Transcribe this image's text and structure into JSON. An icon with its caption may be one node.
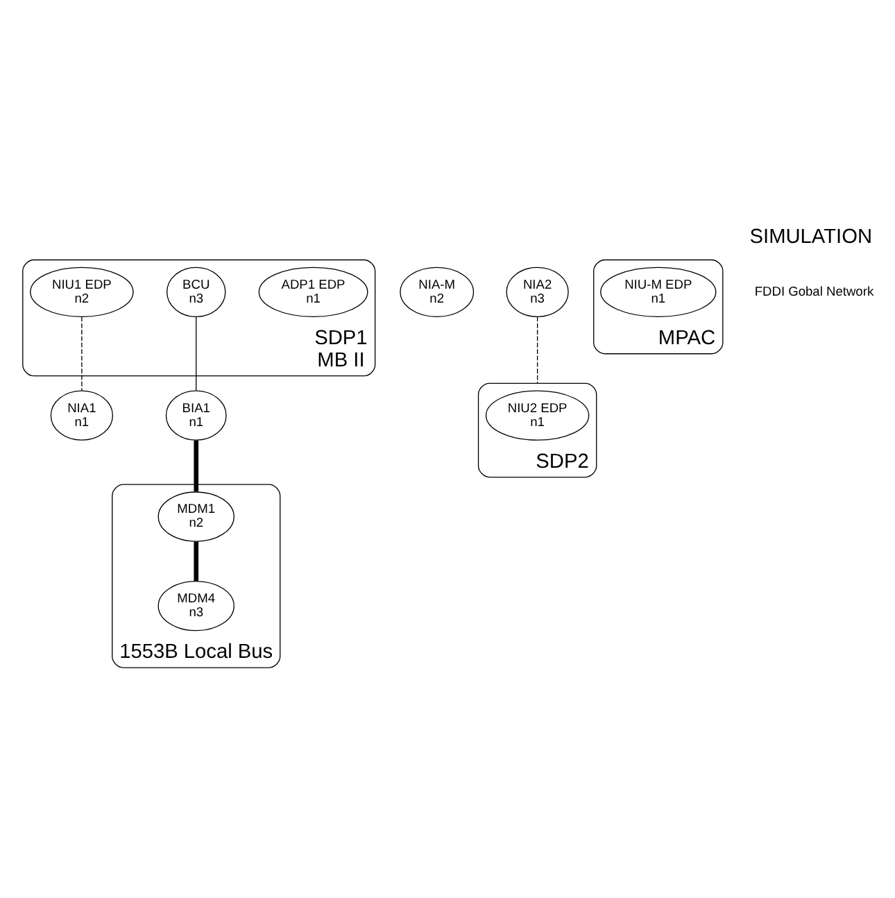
{
  "diagram": {
    "title": "SIMULATION",
    "nodes": [
      {
        "text": [
          "SDP1",
          "MB II"
        ]
      },
      {
        "text": [
          "ADP1 EDP",
          "n1"
        ],
        "in": 0
      },
      {
        "text": [
          "NIU1 EDP",
          "n2"
        ],
        "in": 0
      },
      {
        "text": [
          "BCU",
          "n3"
        ],
        "in": 0
      },
      {
        "text": [
          "BIA1",
          "n1"
        ]
      },
      {
        "text": [
          "1553B Local Bus"
        ]
      },
      {
        "text": [
          "MDM1",
          "n2"
        ],
        "in": 5
      },
      {
        "text": [
          "MDM4",
          "n3"
        ],
        "in": 5
      },
      {
        "text": [
          "NIA1",
          "n1"
        ]
      },
      {
        "text": [
          "NIA-M",
          "n2"
        ]
      },
      {
        "text": [
          "NIA2",
          "n3"
        ]
      },
      {
        "text": [
          "SDP2"
        ]
      },
      {
        "text": [
          "NIU2 EDP",
          "n1"
        ],
        "in": 11
      },
      {
        "text": [
          "MPAC"
        ]
      },
      {
        "text": [
          "NIU-M EDP",
          "n1"
        ],
        "in": 13
      }
    ],
    "edges": [
      {
        "from": 3,
        "to": 4,
        "arrow": "none"
      },
      {
        "from": 4,
        "to": 6,
        "arrow": "none",
        "style": "thick"
      },
      {
        "from": 6,
        "to": 7,
        "arrow": "none",
        "style": "thick"
      },
      {
        "from": 2,
        "to": 8,
        "arrow": "none",
        "style": "dashed"
      },
      {
        "from": 10,
        "to": 11,
        "arrow": "none",
        "style": "dashed"
      }
    ],
    "labels": [
      "FDDI Gobal Network"
    ]
  }
}
